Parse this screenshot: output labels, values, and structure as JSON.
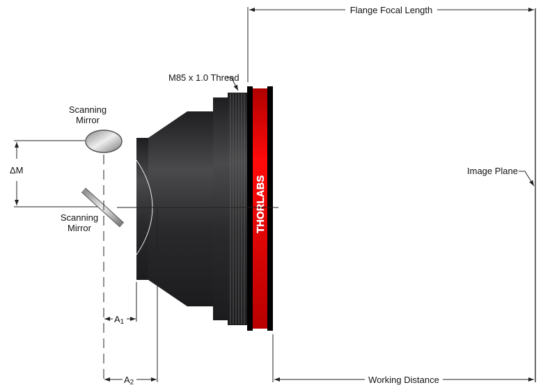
{
  "labels": {
    "flange_focal_length": "Flange Focal Length",
    "working_distance": "Working Distance",
    "image_plane": "Image Plane",
    "thread": "M85 x 1.0 Thread",
    "scanning_mirror_top_1": "Scanning",
    "scanning_mirror_top_2": "Mirror",
    "scanning_mirror_bottom_1": "Scanning",
    "scanning_mirror_bottom_2": "Mirror",
    "delta_m": "ΔM",
    "a1": "A",
    "a1_sub": "1",
    "a2": "A",
    "a2_sub": "2",
    "logo": "THORLABS"
  },
  "colors": {
    "red": "#e00000",
    "body": "#2e2e30",
    "line": "#222222"
  }
}
